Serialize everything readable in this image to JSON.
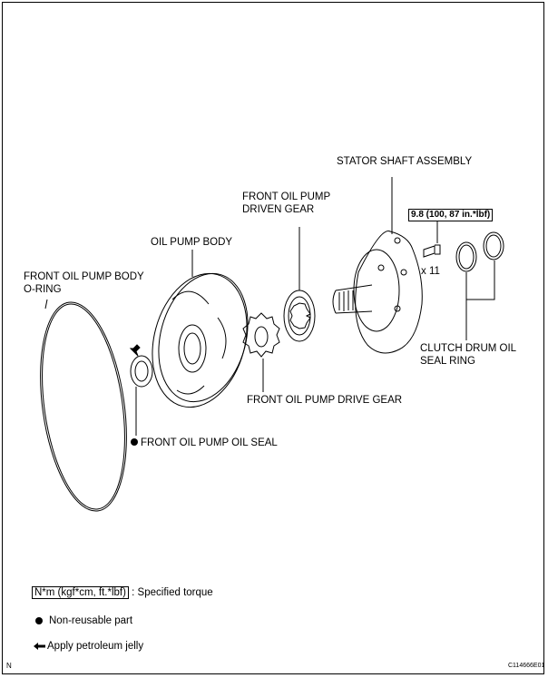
{
  "labels": {
    "stator_shaft": "STATOR SHAFT ASSEMBLY",
    "driven_gear_1": "FRONT OIL PUMP",
    "driven_gear_2": "DRIVEN GEAR",
    "pump_body": "OIL PUMP BODY",
    "oring_1": "FRONT OIL PUMP BODY",
    "oring_2": "O-RING",
    "drive_gear": "FRONT OIL PUMP DRIVE GEAR",
    "oil_seal": "FRONT OIL PUMP OIL SEAL",
    "clutch_ring_1": "CLUTCH DRUM OIL",
    "clutch_ring_2": "SEAL RING",
    "torque": "9.8 (100, 87 in.*lbf)",
    "bolt_qty": "x 11"
  },
  "legend": {
    "torque_unit": "N*m (kgf*cm, ft.*lbf)",
    "torque_desc": ": Specified torque",
    "non_reusable": "Non-reusable part",
    "petroleum": "Apply petroleum jelly"
  },
  "footer": {
    "left": "N",
    "code": "C114666E01"
  }
}
